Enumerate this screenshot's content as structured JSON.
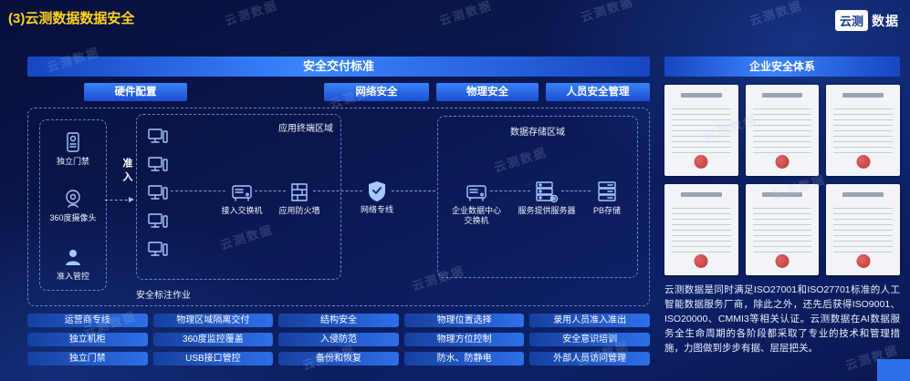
{
  "slide": {
    "title": "(3)云测数据数据安全",
    "watermark": "云测数据"
  },
  "logo": {
    "primary": "云测",
    "secondary": "数据"
  },
  "delivery": {
    "header": "安全交付标准",
    "tabs": [
      {
        "label": "硬件配置"
      },
      {
        "label": "网络安全"
      },
      {
        "label": "物理安全"
      },
      {
        "label": "人员安全管理"
      }
    ],
    "diagram": {
      "access_zone": {
        "items": [
          {
            "label": "独立门禁",
            "icon": "door-access-icon"
          },
          {
            "label": "360度摄像头",
            "icon": "camera-icon"
          },
          {
            "label": "准入管控",
            "icon": "person-icon"
          }
        ]
      },
      "admit_label": "准入",
      "terminal_zone": {
        "title": "应用终端区域",
        "workstation_label": "安全标注作业",
        "nodes": [
          {
            "label": "接入交换机",
            "icon": "switch-icon"
          },
          {
            "label": "应用防火墙",
            "icon": "firewall-icon"
          }
        ]
      },
      "network_node": {
        "label": "网络专线",
        "icon": "shield-icon"
      },
      "storage_zone": {
        "title": "数据存储区域",
        "nodes": [
          {
            "label": "企业数据中心交换机",
            "icon": "datacenter-switch-icon"
          },
          {
            "label": "服务提供服务器",
            "icon": "server-icon"
          },
          {
            "label": "PB存储",
            "icon": "storage-icon"
          }
        ]
      }
    },
    "measures": {
      "rows": [
        [
          "运营商专线",
          "物理区域隔离交付",
          "结构安全",
          "物理位置选择",
          "录用人员准入准出"
        ],
        [
          "独立机柜",
          "360度监控覆盖",
          "入侵防范",
          "物理方位控制",
          "安全意识培训"
        ],
        [
          "独立门禁",
          "USB接口管控",
          "备份和恢复",
          "防水、防静电",
          "外部人员访问管理"
        ]
      ]
    }
  },
  "security_system": {
    "header": "企业安全体系",
    "description": "云测数据是同时满足ISO27001和ISO27701标准的人工智能数据服务厂商，除此之外，还先后获得ISO9001、ISO20000、CMMI3等相关认证。云测数据在AI数据服务全生命周期的各阶段都采取了专业的技术和管理措施，力图做到步步有据、层层把关。"
  }
}
